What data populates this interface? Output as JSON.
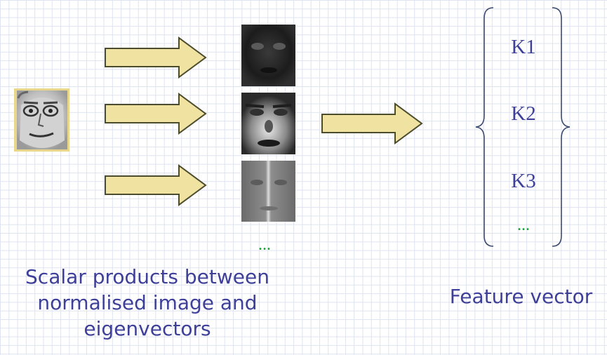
{
  "colors": {
    "arrow_fill": "#f0e2a0",
    "arrow_stroke": "#4b4b2e",
    "text_primary": "#3d3f98",
    "ellipsis_green": "#16a232",
    "brace_stroke": "#3d4a70",
    "photo_frame": "#e8d78a"
  },
  "eigenvector_ellipsis": "...",
  "caption_left": {
    "lines": [
      "Scalar products between",
      "normalised image and",
      "eigenvectors"
    ]
  },
  "caption_right": "Feature vector",
  "feature_vector": {
    "items": [
      "K1",
      "K2",
      "K3"
    ],
    "ellipsis": "..."
  }
}
